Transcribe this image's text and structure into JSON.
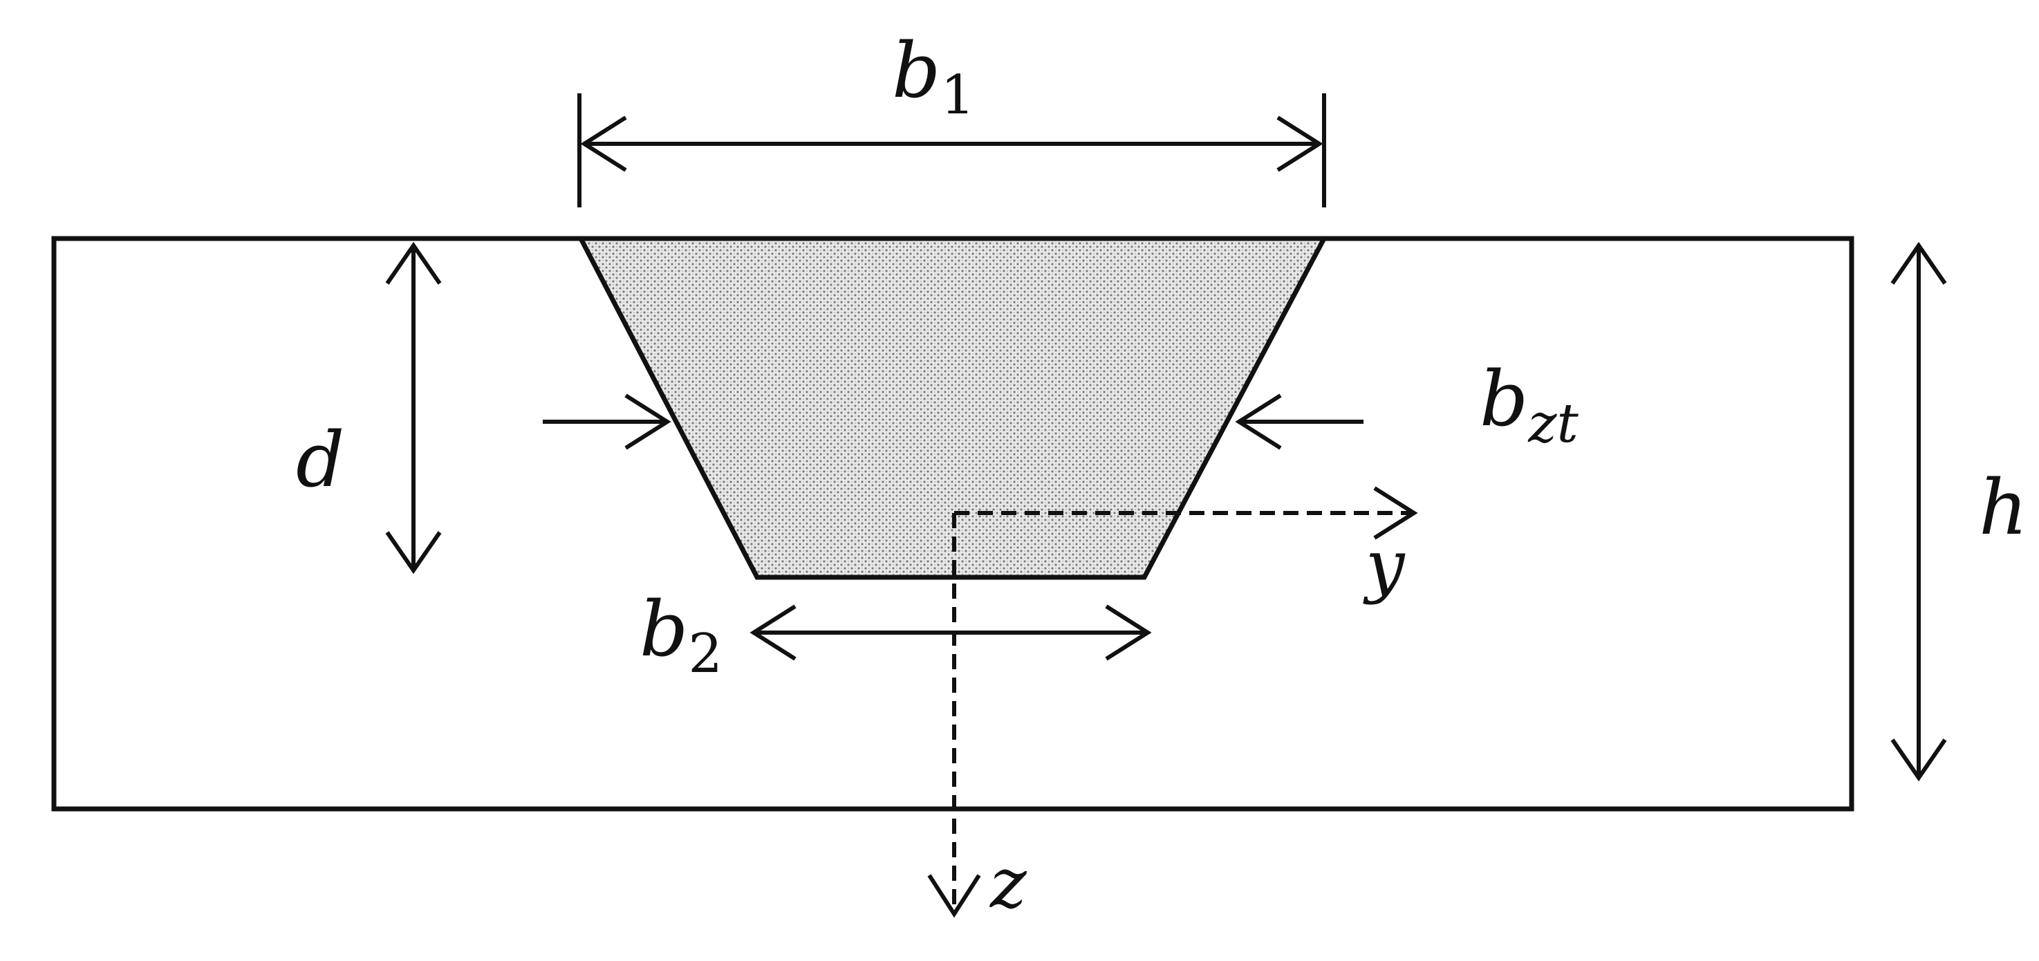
{
  "labels": {
    "b1": {
      "main": "b",
      "sub": "1"
    },
    "b2": {
      "main": "b",
      "sub": "2"
    },
    "bzt": {
      "main": "b",
      "sub": "zt"
    },
    "d": "d",
    "h": "h",
    "y": "y",
    "z": "z"
  },
  "colors": {
    "stroke": "#111111",
    "fill_pattern": "stippled-grey",
    "background": "#ffffff"
  }
}
